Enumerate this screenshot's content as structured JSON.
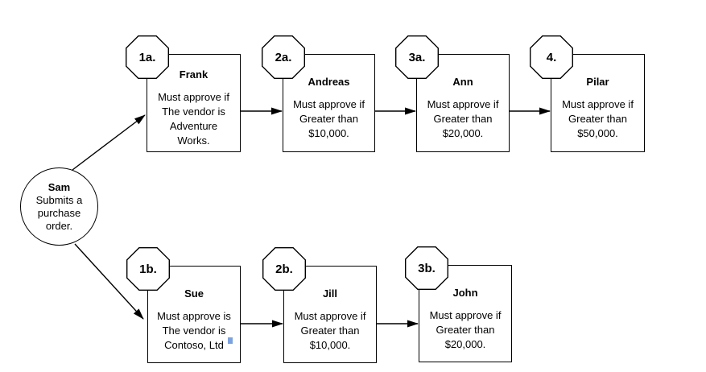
{
  "diagram": {
    "start_node": {
      "name": "Sam",
      "description": "Submits a\npurchase\norder."
    },
    "top_row": [
      {
        "badge": "1a.",
        "name": "Frank",
        "condition": "Must approve if\nThe vendor is\nAdventure\nWorks."
      },
      {
        "badge": "2a.",
        "name": "Andreas",
        "condition": "Must approve if\nGreater than\n$10,000."
      },
      {
        "badge": "3a.",
        "name": "Ann",
        "condition": "Must approve if\nGreater than\n$20,000."
      },
      {
        "badge": "4.",
        "name": "Pilar",
        "condition": "Must approve if\nGreater than\n$50,000."
      }
    ],
    "bottom_row": [
      {
        "badge": "1b.",
        "name": "Sue",
        "condition": "Must approve is\nThe vendor is\nContoso, Ltd"
      },
      {
        "badge": "2b.",
        "name": "Jill",
        "condition": "Must approve if\nGreater than\n$10,000."
      },
      {
        "badge": "3b.",
        "name": "John",
        "condition": "Must approve if\nGreater than\n$20,000."
      }
    ],
    "colors": {
      "outline": "#000000",
      "background": "#ffffff",
      "text": "#000000",
      "cursor_artifact": "#7ba2de"
    }
  }
}
